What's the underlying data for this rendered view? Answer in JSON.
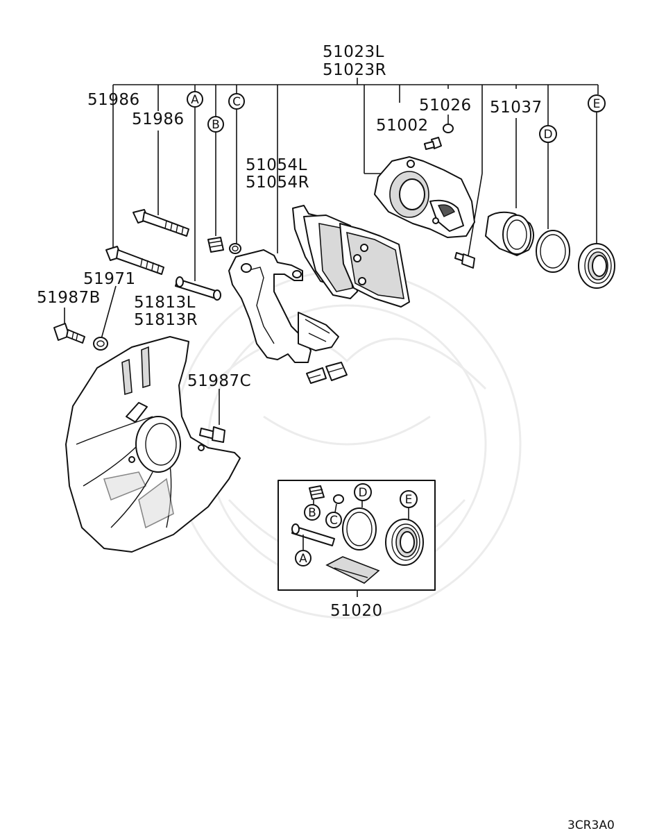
{
  "labels": {
    "caliper_assy_l": "51023L",
    "caliper_assy_r": "51023R",
    "guide_pin_1": "51986",
    "guide_pin_2": "51986",
    "bleeder_cap": "51026",
    "bleeder_screw": "51002",
    "piston": "51037",
    "pad_set_l": "51054L",
    "pad_set_r": "51054R",
    "washer": "51971",
    "bolt_b": "51987B",
    "support_l": "51813L",
    "support_r": "51813R",
    "bolt_c": "51987C",
    "seal_kit": "51020"
  },
  "callouts": {
    "a": "A",
    "b": "B",
    "c": "C",
    "d": "D",
    "e": "E"
  },
  "kit_callouts": {
    "a": "A",
    "b": "B",
    "c": "C",
    "d": "D",
    "e": "E"
  },
  "diagram_code": "3CR3A0"
}
